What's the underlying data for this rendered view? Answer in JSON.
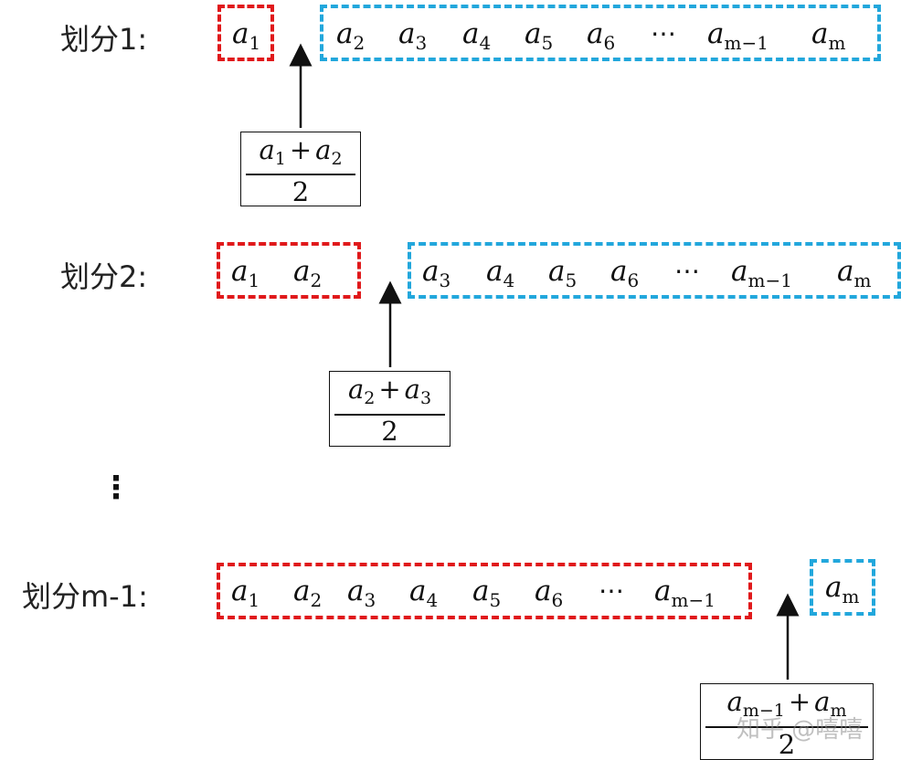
{
  "partitions": [
    {
      "label": "划分1:",
      "left_terms": [
        {
          "base": "a",
          "sub": "1"
        }
      ],
      "right_terms": [
        {
          "base": "a",
          "sub": "2"
        },
        {
          "base": "a",
          "sub": "3"
        },
        {
          "base": "a",
          "sub": "4"
        },
        {
          "base": "a",
          "sub": "5"
        },
        {
          "base": "a",
          "sub": "6"
        },
        {
          "text": "⋯"
        },
        {
          "base": "a",
          "sub": "m−1"
        },
        {
          "base": "a",
          "sub": "m"
        }
      ],
      "formula": {
        "left": {
          "base": "a",
          "sub": "1"
        },
        "op": "+",
        "right": {
          "base": "a",
          "sub": "2"
        },
        "den": "2"
      }
    },
    {
      "label": "划分2:",
      "left_terms": [
        {
          "base": "a",
          "sub": "1"
        },
        {
          "base": "a",
          "sub": "2"
        }
      ],
      "right_terms": [
        {
          "base": "a",
          "sub": "3"
        },
        {
          "base": "a",
          "sub": "4"
        },
        {
          "base": "a",
          "sub": "5"
        },
        {
          "base": "a",
          "sub": "6"
        },
        {
          "text": "⋯"
        },
        {
          "base": "a",
          "sub": "m−1"
        },
        {
          "base": "a",
          "sub": "m"
        }
      ],
      "formula": {
        "left": {
          "base": "a",
          "sub": "2"
        },
        "op": "+",
        "right": {
          "base": "a",
          "sub": "3"
        },
        "den": "2"
      }
    },
    {
      "label": "划分m-1:",
      "left_terms": [
        {
          "base": "a",
          "sub": "1"
        },
        {
          "base": "a",
          "sub": "2"
        },
        {
          "base": "a",
          "sub": "3"
        },
        {
          "base": "a",
          "sub": "4"
        },
        {
          "base": "a",
          "sub": "5"
        },
        {
          "base": "a",
          "sub": "6"
        },
        {
          "text": "⋯"
        },
        {
          "base": "a",
          "sub": "m−1"
        }
      ],
      "right_terms": [
        {
          "base": "a",
          "sub": "m"
        }
      ],
      "formula": {
        "left": {
          "base": "a",
          "sub": "m−1"
        },
        "op": "+",
        "right": {
          "base": "a",
          "sub": "m"
        },
        "den": "2"
      }
    }
  ],
  "vdots": "⋮",
  "colors": {
    "left_group": "#e0191b",
    "right_group": "#22a7dc"
  },
  "watermark": "知乎 @嘻嘻"
}
